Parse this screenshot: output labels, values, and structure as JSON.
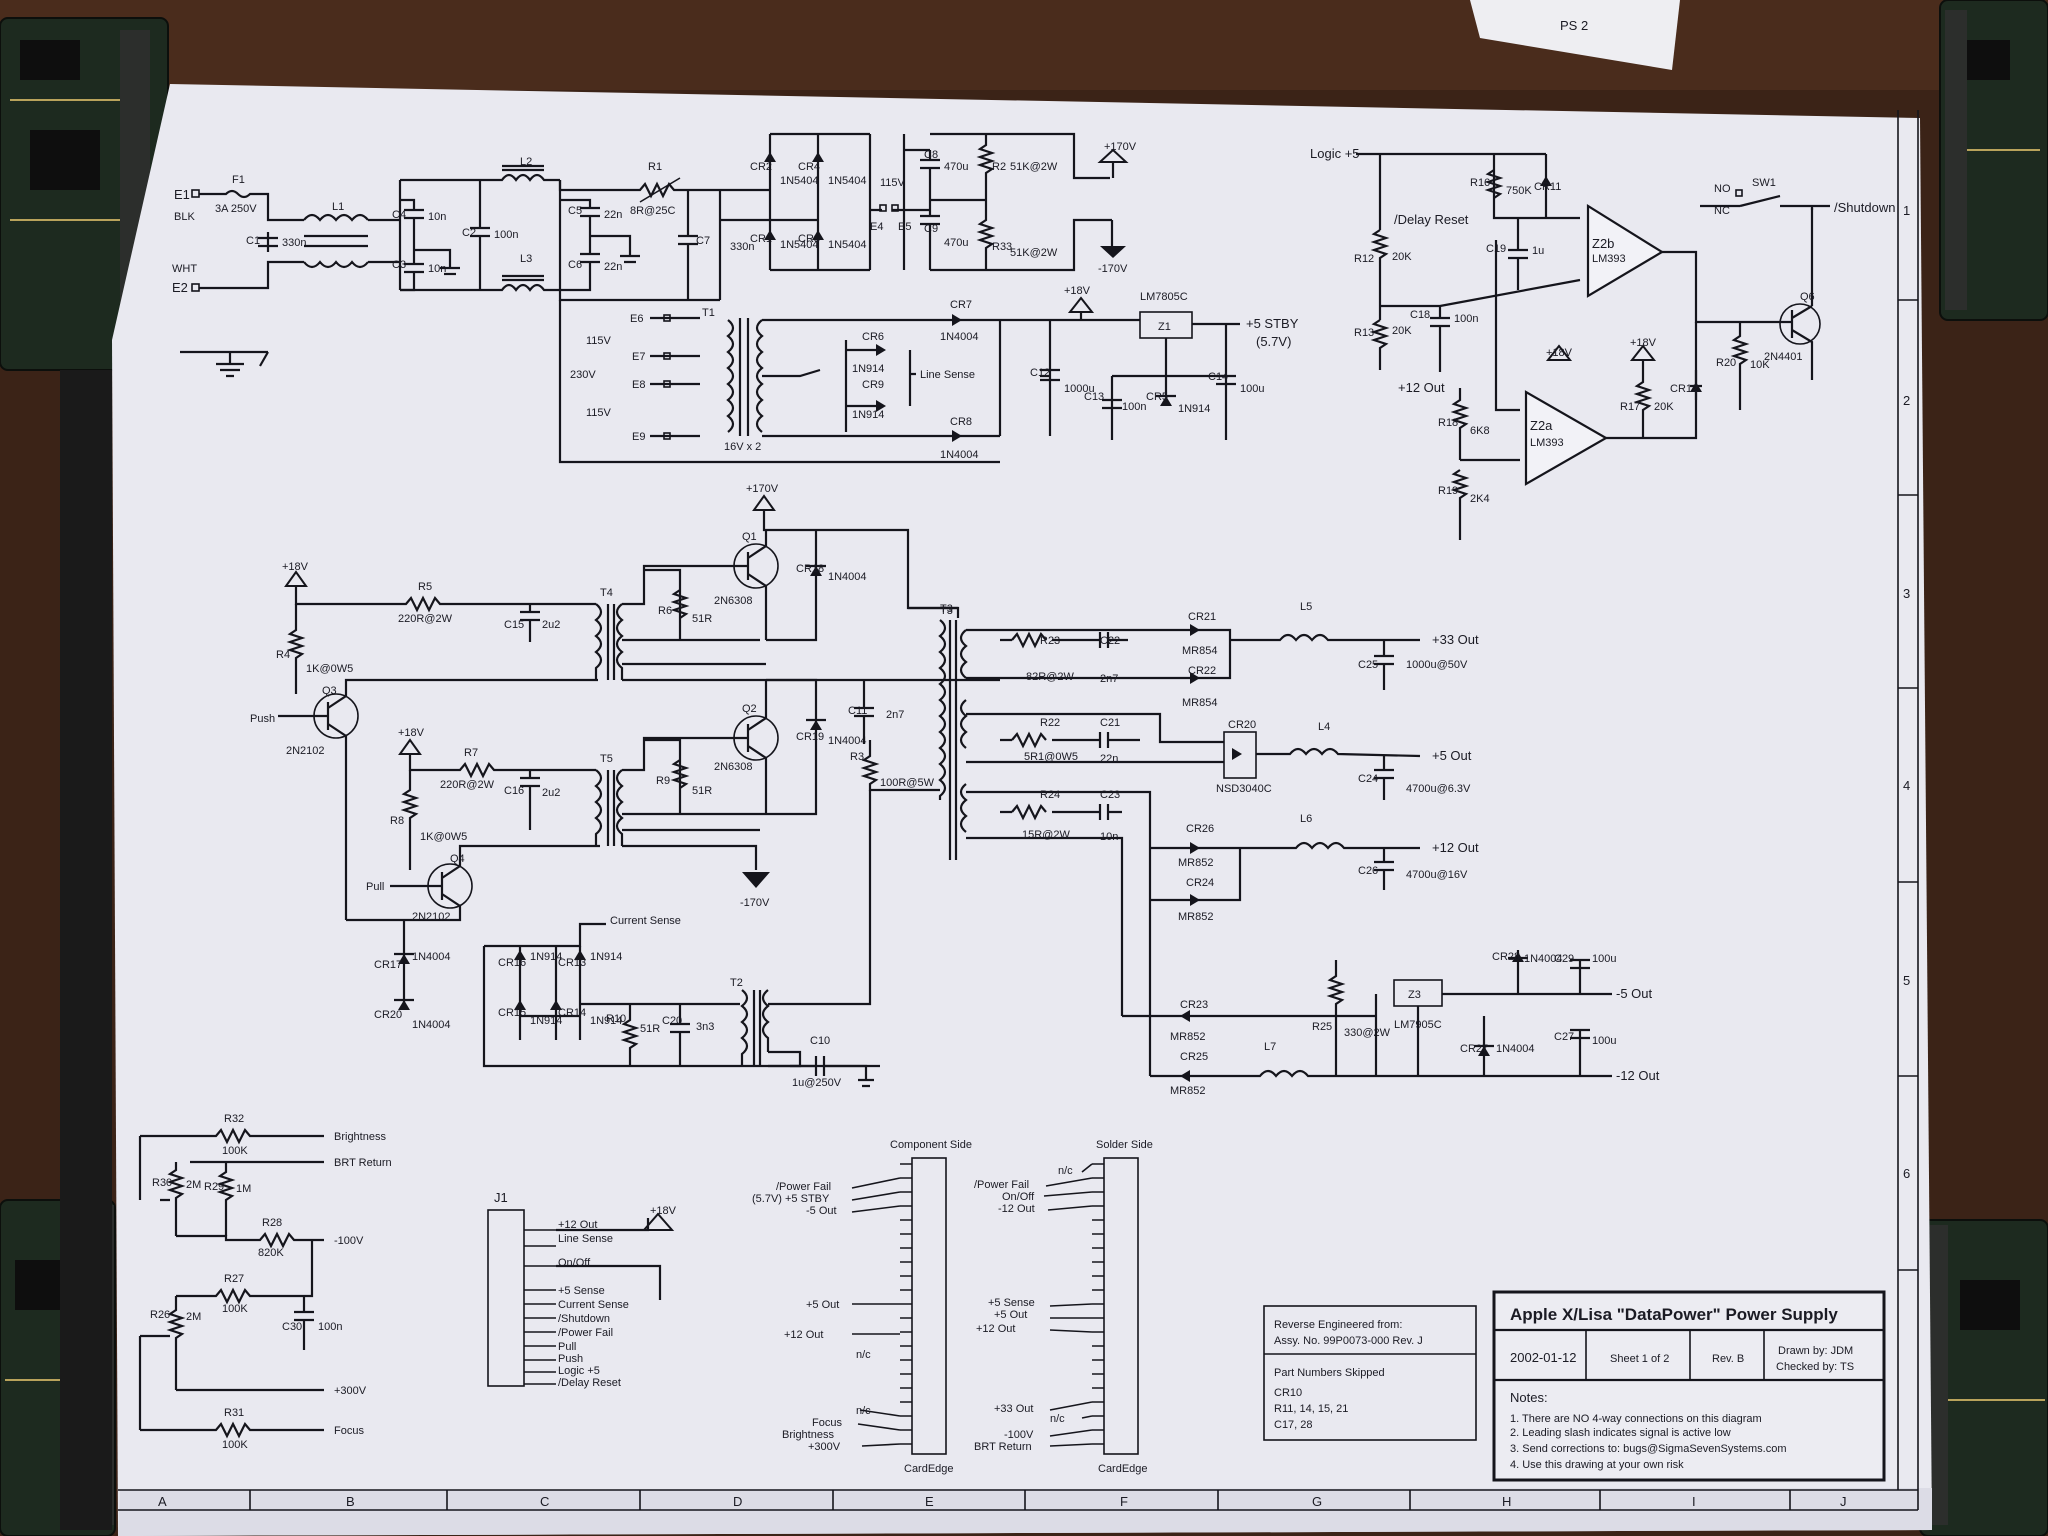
{
  "title_block": {
    "title": "Apple X/Lisa \"DataPower\" Power Supply",
    "date": "2002-01-12",
    "sheet": "Sheet 1 of 2",
    "rev": "Rev. B",
    "drawn_by": "Drawn by: JDM",
    "checked_by": "Checked by: TS",
    "notes_heading": "Notes:",
    "notes": [
      "1. There are NO 4-way connections on this diagram",
      "2. Leading slash indicates signal is active low",
      "3. Send corrections to:  bugs@SigmaSevenSystems.com",
      "4. Use this drawing at your own risk"
    ]
  },
  "source_box": {
    "line1": "Reverse Engineered from:",
    "line2": "Assy. No. 99P0073-000 Rev. J",
    "skipped_heading": "Part Numbers Skipped",
    "skipped": [
      "CR10",
      "R11, 14, 15, 21",
      "C17, 28"
    ]
  },
  "grid": {
    "columns": [
      "A",
      "B",
      "C",
      "D",
      "E",
      "F",
      "G",
      "H",
      "I",
      "J"
    ],
    "rows": [
      "1",
      "2",
      "3",
      "4",
      "5",
      "6"
    ]
  },
  "input": {
    "e1": "E1",
    "blk": "BLK",
    "wht": "WHT",
    "e2": "E2",
    "f1": "F1",
    "f1_val": "3A 250V",
    "c1": "C1",
    "c1_val": "330n",
    "l1": "L1",
    "l2": "L2",
    "l3": "L3",
    "c4": "C4",
    "c4_val": "10n",
    "c3": "C3",
    "c3_val": "10n",
    "c2": "C2",
    "c2_val": "100n",
    "c5": "C5",
    "c5_val": "22n",
    "c6": "C6",
    "c6_val": "22n",
    "r1": "R1",
    "r1_val": "8R@25C",
    "c7": "C7",
    "c7_val": "330n",
    "cr2": "CR2",
    "cr1": "CR1",
    "cr4": "CR4",
    "cr3": "CR3",
    "d1n5404": "1N5404",
    "c8": "C8",
    "c9": "C9",
    "c89_val": "470u",
    "sw115": "115V",
    "e4": "E4",
    "e5": "E5",
    "r2": "R2",
    "r33": "R33",
    "r2_val": "51K@2W",
    "plus170": "+170V",
    "minus170": "-170V"
  },
  "standby": {
    "e6": "E6",
    "e7": "E7",
    "e8": "E8",
    "e9": "E9",
    "v115a": "115V",
    "v230": "230V",
    "v115b": "115V",
    "t1": "T1",
    "t1_val": "16V x 2",
    "cr7": "CR7",
    "cr8": "CR8",
    "d1n4004": "1N4004",
    "cr6": "CR6",
    "cr9": "CR9",
    "d1n914": "1N914",
    "line_sense": "Line Sense",
    "plus18": "+18V",
    "lm7805": "LM7805C",
    "z1": "Z1",
    "stby": "+5 STBY",
    "stby_v": "(5.7V)",
    "c12": "C12",
    "c12_val": "1000u",
    "c13": "C13",
    "c13_val": "100n",
    "cr5": "CR5",
    "c14": "C14",
    "c14_val": "100u"
  },
  "logic": {
    "logic5": "Logic +5",
    "r16": "R16",
    "r16_val": "750K",
    "cr11": "CR11",
    "delay_reset": "/Delay Reset",
    "c19": "C19",
    "c19_val": "1u",
    "z2b": "Z2b",
    "lm393": "LM393",
    "z2a": "Z2a",
    "r12": "R12",
    "r12_val": "20K",
    "r13": "R13",
    "r13_val": "20K",
    "c18": "C18",
    "c18_val": "100n",
    "plus12out": "+12 Out",
    "r18": "R18",
    "r18_val": "6K8",
    "r19": "R19",
    "r19_val": "2K4",
    "plus18a": "+18V",
    "plus18b": "+18V",
    "r17": "R17",
    "r17_val": "20K",
    "cr12": "CR12",
    "r20": "R20",
    "r20_val": "10K",
    "q6": "Q6",
    "q6_val": "2N4401",
    "no": "NO",
    "nc": "NC",
    "sw1": "SW1",
    "shutdown": "/Shutdown"
  },
  "inverter": {
    "plus170": "+170V",
    "q1": "Q1",
    "q1_val": "2N6308",
    "cr18": "CR18",
    "cr18_val": "1N4004",
    "plus18": "+18V",
    "r5": "R5",
    "r5_val": "220R@2W",
    "c15": "C15",
    "c15_val": "2u2",
    "t4": "T4",
    "r6": "R6",
    "r6_val": "51R",
    "r4": "R4",
    "r4_val": "1K@0W5",
    "q3": "Q3",
    "push": "Push",
    "q3_val": "2N2102",
    "q2": "Q2",
    "q2_val": "2N6308",
    "cr19": "CR19",
    "cr19_val": "1N4004",
    "c11": "C11",
    "c11_val": "2n7",
    "r3": "R3",
    "r3_val": "100R@5W",
    "plus18b": "+18V",
    "r7": "R7",
    "r7_val": "220R@2W",
    "c16": "C16",
    "c16_val": "2u2",
    "t5": "T5",
    "r8": "R8",
    "r8_val": "1K@0W5",
    "r9": "R9",
    "r9_val": "51R",
    "q4": "Q4",
    "pull": "Pull",
    "q4_val": "2N2102",
    "minus170": "-170V",
    "cr17": "CR17",
    "cr20": "CR20",
    "d4004": "1N4004",
    "current_sense": "Current Sense",
    "cr16": "CR16",
    "cr13": "CR13",
    "cr15": "CR15",
    "cr14": "CR14",
    "d914": "1N914",
    "r10": "R10",
    "r10_val": "51R",
    "c20": "C20",
    "c20_val": "3n3",
    "t2": "T2",
    "c10": "C10",
    "c10_val": "1u@250V",
    "t3": "T3"
  },
  "outputs": {
    "r23": "R23",
    "r23_val": "82R@2W",
    "c22": "C22",
    "c22_val": "2n7",
    "cr21": "CR21",
    "cr22": "CR22",
    "mr854": "MR854",
    "l5": "L5",
    "c25": "C25",
    "c25_val": "1000u@50V",
    "out33": "+33 Out",
    "r22": "R22",
    "r22_val": "5R1@0W5",
    "c21": "C21",
    "c21_val": "22n",
    "cr20": "CR20",
    "nsd": "NSD3040C",
    "l4": "L4",
    "c24": "C24",
    "c24_val": "4700u@6.3V",
    "out5": "+5 Out",
    "r24": "R24",
    "r24_val": "15R@2W",
    "c23": "C23",
    "c23_val": "10n",
    "cr26": "CR26",
    "cr24": "CR24",
    "mr852": "MR852",
    "l6": "L6",
    "c26": "C26",
    "c26_val": "4700u@16V",
    "out12": "+12 Out",
    "z3": "Z3",
    "lm7905": "LM7905C",
    "cr28": "CR28",
    "cr28_val": "1N4004",
    "c29": "C29",
    "c29_val": "100u",
    "out_m5": "-5 Out",
    "r25": "R25",
    "r25_val": "330@2W",
    "cr27": "CR27",
    "cr27_val": "1N4004",
    "c27": "C27",
    "c27_val": "100u",
    "cr23": "CR23",
    "cr25": "CR25",
    "l7": "L7",
    "out_m12": "-12 Out"
  },
  "crt": {
    "r32": "R32",
    "r32_val": "100K",
    "brightness": "Brightness",
    "brt_return": "BRT Return",
    "r30": "R30",
    "r30_val": "2M",
    "r29": "R29",
    "r29_val": "1M",
    "r28": "R28",
    "r28_val": "820K",
    "m100": "-100V",
    "r27": "R27",
    "r27_val": "100K",
    "c30": "C30",
    "c30_val": "100n",
    "r26": "R26",
    "r26_val": "2M",
    "p300": "+300V",
    "r31": "R31",
    "r31_val": "100K",
    "focus": "Focus"
  },
  "j1": {
    "name": "J1",
    "plus18": "+18V",
    "pins": [
      "+12 Out",
      "Line Sense",
      "On/Off",
      "+5 Sense",
      "Current Sense",
      "/Shutdown",
      "/Power Fail",
      "Pull",
      "Push",
      "Logic +5",
      "/Delay Reset"
    ]
  },
  "component_side": {
    "title": "Component Side",
    "labels": [
      "/Power Fail",
      "(5.7V) +5 STBY",
      "-5 Out",
      "+5 Out",
      "+12 Out",
      "n/c",
      "n/c",
      "Focus",
      "Brightness",
      "+300V"
    ],
    "foot": "CardEdge"
  },
  "solder_side": {
    "title": "Solder Side",
    "labels": [
      "n/c",
      "/Power Fail",
      "On/Off",
      "-12 Out",
      "+5 Sense",
      "+5 Out",
      "+12 Out",
      "+33 Out",
      "n/c",
      "-100V",
      "BRT Return"
    ],
    "foot": "CardEdge"
  }
}
